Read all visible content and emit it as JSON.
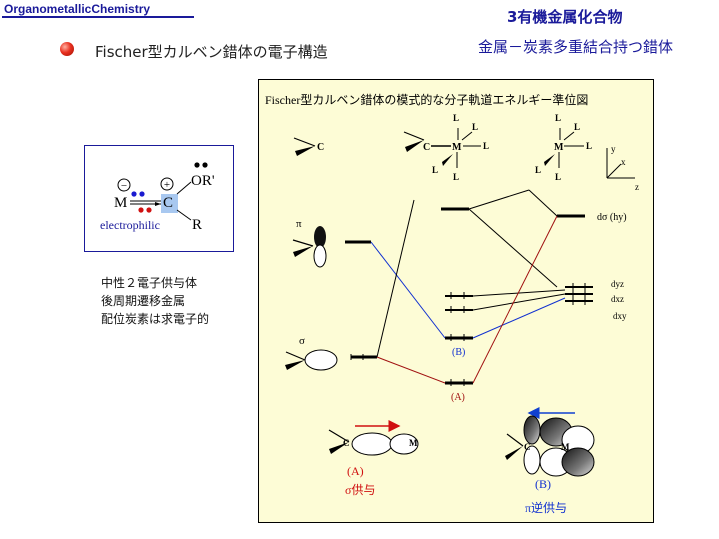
{
  "header": {
    "course_label": "OrganometallicChemistry",
    "lecture_title": "3有機金属化合物",
    "subtitle": "金属－炭素多重結合持つ錯体"
  },
  "slide": {
    "title": "Fischer型カルベン錯体の電子構造"
  },
  "left_structure": {
    "metal": "M",
    "carbon": "C",
    "substituent_top": "OR'",
    "substituent_bottom": "R",
    "minus_charge": "−",
    "plus_charge": "+",
    "label": "electrophilic"
  },
  "properties": [
    "中性２電子供与体",
    "後周期遷移金属",
    "配位炭素は求電子的"
  ],
  "diagram": {
    "title": "Fischer型カルベン錯体の模式的な分子軌道エネルギー準位図",
    "fragment_carbene": "C",
    "complex_metal": "M",
    "complex_carbon": "C",
    "ligand": "L",
    "axis_labels": [
      "y",
      "x",
      "z"
    ],
    "pi_label": "π",
    "sigma_label": "σ",
    "level_d_sigma": "dσ (hy)",
    "level_dyz": "dyz",
    "level_dxz": "dxz",
    "level_dxy": "dxy",
    "level_B": "(B)",
    "level_A": "(A)",
    "donation_A_tag": "(A)",
    "donation_A_caption": "σ供与",
    "donation_B_tag": "(B)",
    "donation_B_caption": "π逆供与",
    "colors": {
      "sigma_path": "#a01010",
      "pi_path": "#1030d0",
      "donation_arrow": "#d01010",
      "backdonation_arrow": "#1040d0"
    }
  }
}
